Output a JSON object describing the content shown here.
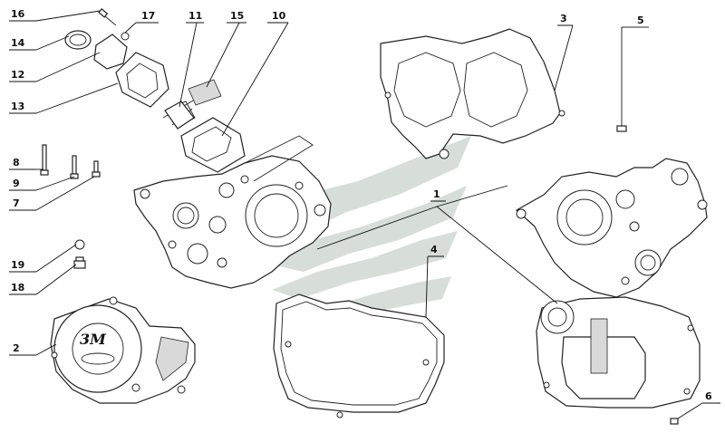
{
  "diagram": {
    "watermark_color": "#b8c4bc",
    "cover_logo_text": "3M",
    "callouts": [
      {
        "id": "c1",
        "label": "1"
      },
      {
        "id": "c2",
        "label": "2"
      },
      {
        "id": "c3",
        "label": "3"
      },
      {
        "id": "c4",
        "label": "4"
      },
      {
        "id": "c5",
        "label": "5"
      },
      {
        "id": "c6",
        "label": "6"
      },
      {
        "id": "c7",
        "label": "7"
      },
      {
        "id": "c8",
        "label": "8"
      },
      {
        "id": "c9",
        "label": "9"
      },
      {
        "id": "c10",
        "label": "10"
      },
      {
        "id": "c11",
        "label": "11"
      },
      {
        "id": "c12",
        "label": "12"
      },
      {
        "id": "c13",
        "label": "13"
      },
      {
        "id": "c14",
        "label": "14"
      },
      {
        "id": "c15",
        "label": "15"
      },
      {
        "id": "c16",
        "label": "16"
      },
      {
        "id": "c17",
        "label": "17"
      },
      {
        "id": "c18",
        "label": "18"
      },
      {
        "id": "c19",
        "label": "19"
      }
    ]
  }
}
